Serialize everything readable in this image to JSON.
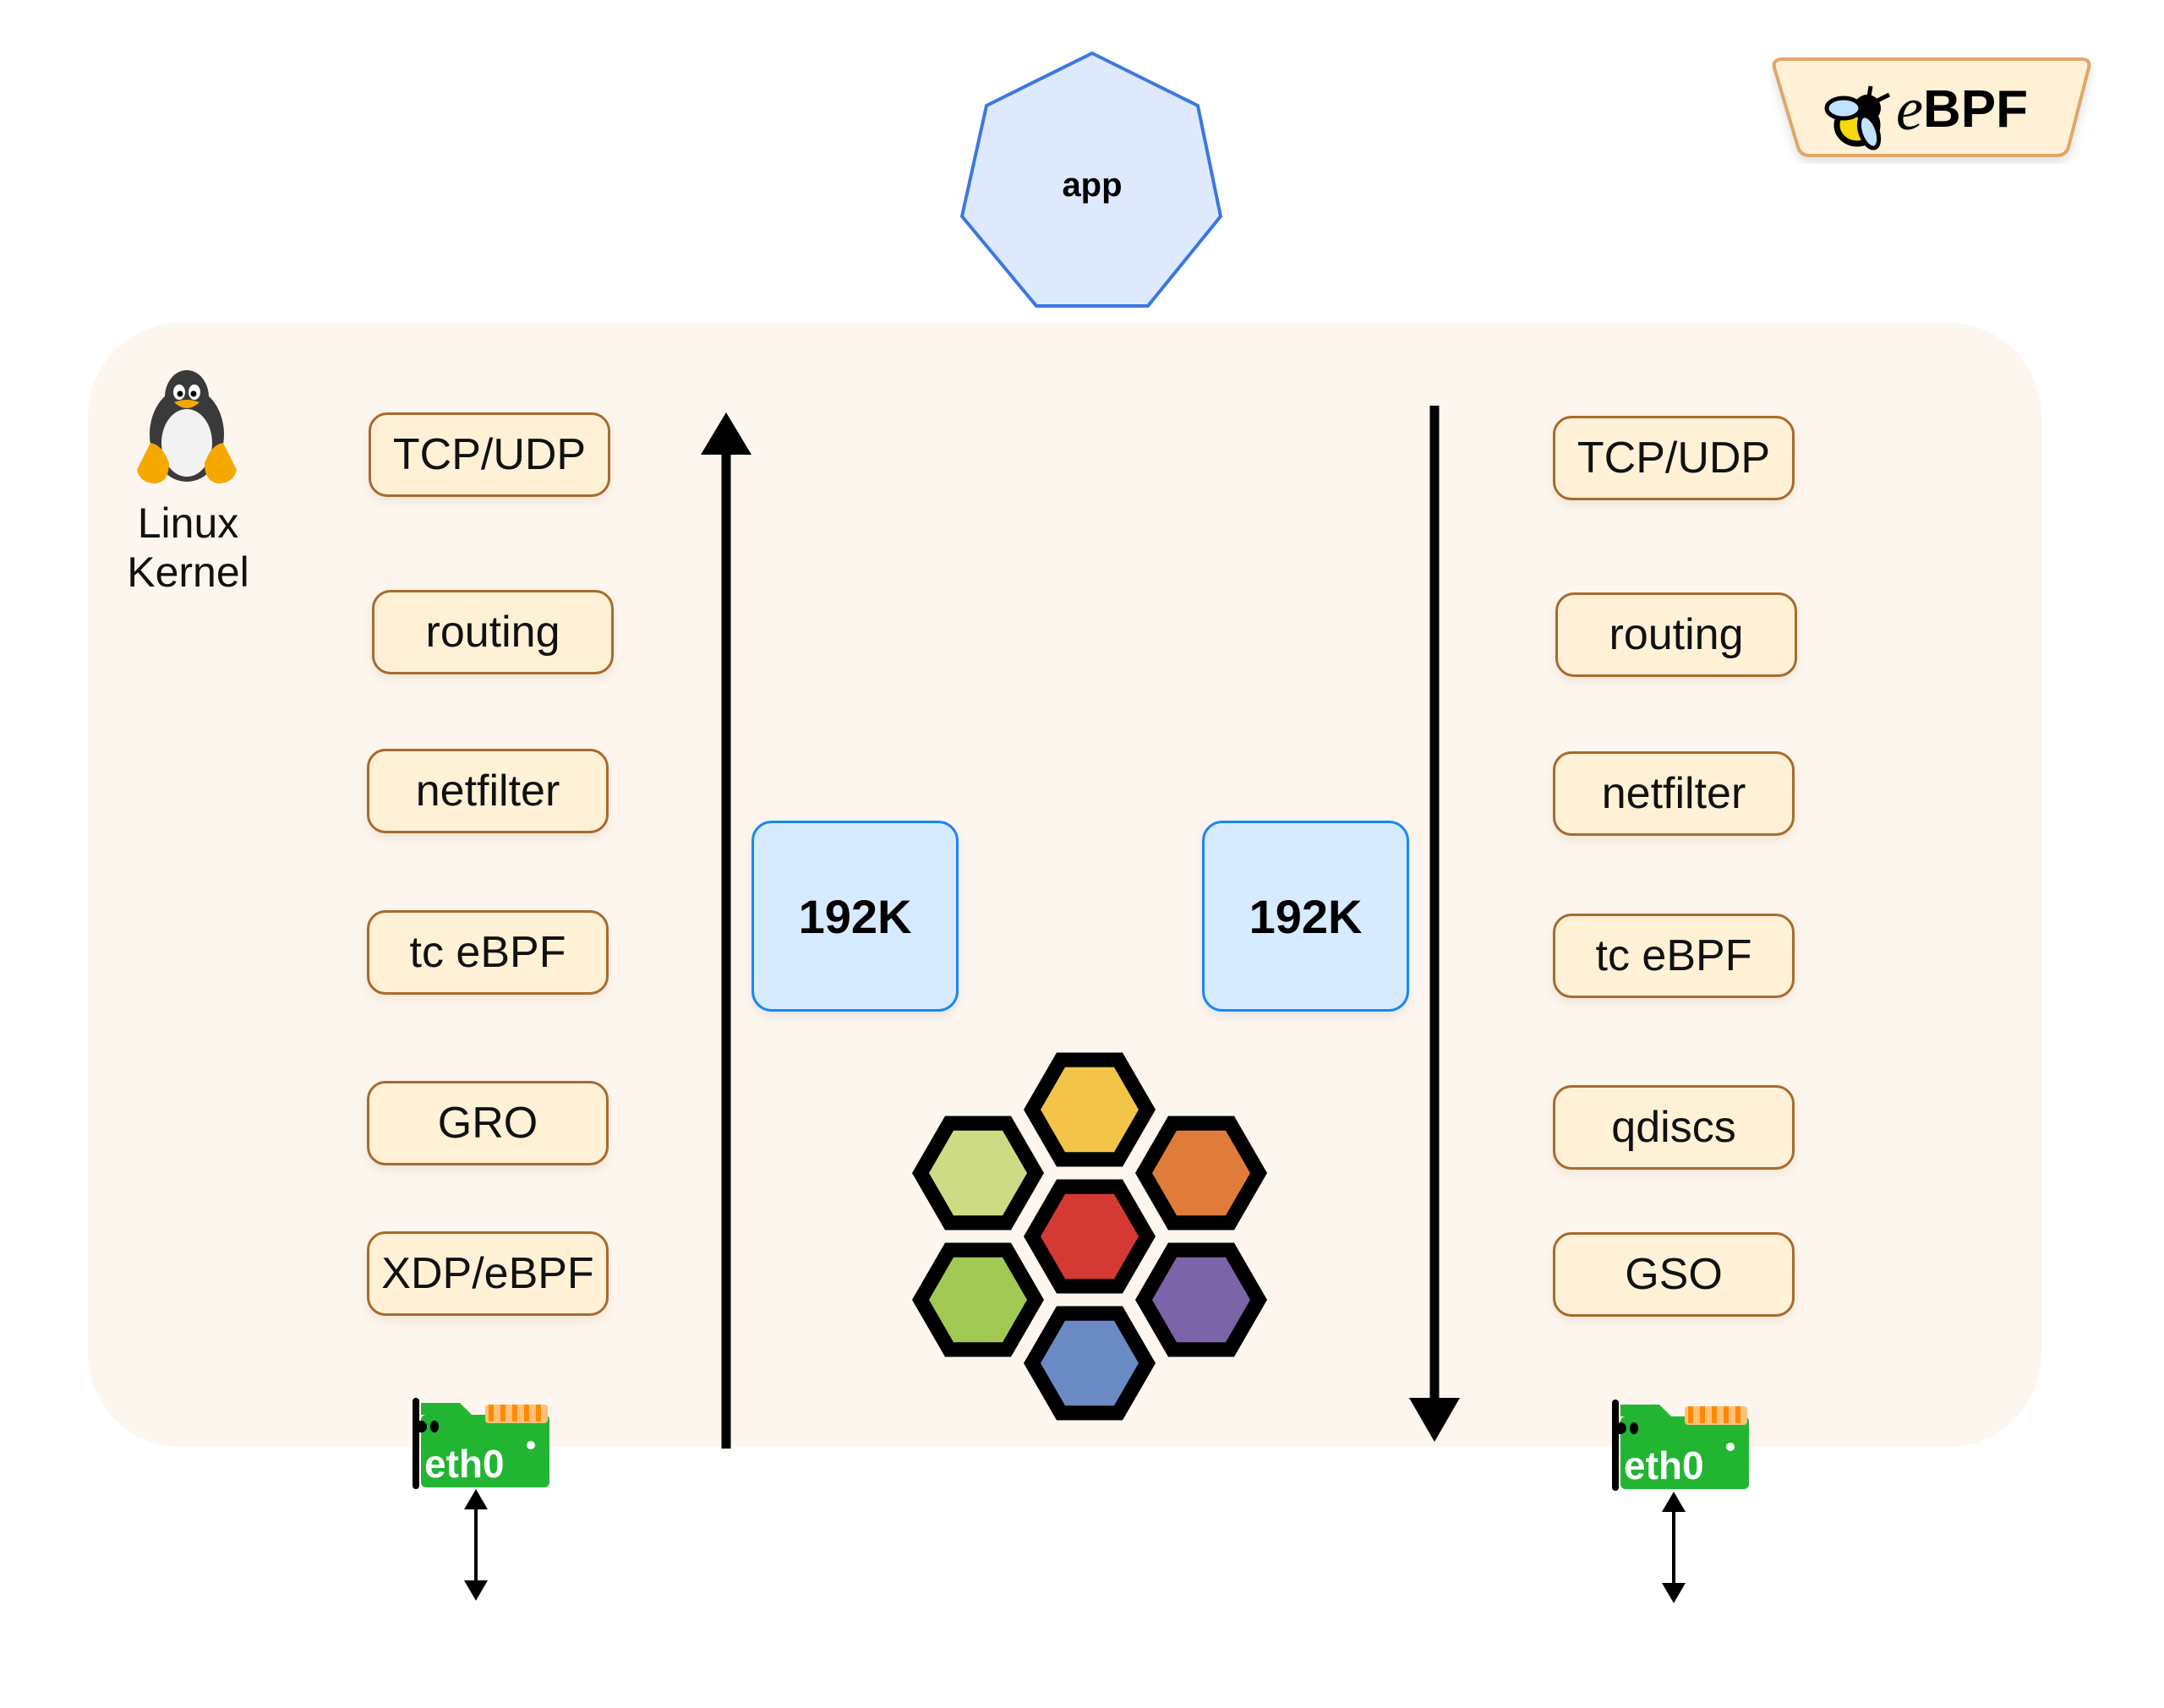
{
  "app": {
    "label": "app"
  },
  "badge": {
    "logo": "bee-icon",
    "prefix": "e",
    "text": "BPF"
  },
  "kernel": {
    "title_line1": "Linux",
    "title_line2": "Kernel",
    "icon": "tux-penguin-icon"
  },
  "rx_stack": {
    "direction": "up",
    "layers": [
      "TCP/UDP",
      "routing",
      "netfilter",
      "tc eBPF",
      "GRO",
      "XDP/eBPF"
    ]
  },
  "tx_stack": {
    "direction": "down",
    "layers": [
      "TCP/UDP",
      "routing",
      "netfilter",
      "tc eBPF",
      "qdiscs",
      "GSO"
    ]
  },
  "buffers": {
    "rx": "192K",
    "tx": "192K"
  },
  "interfaces": {
    "left": "eth0",
    "right": "eth0"
  },
  "hex_logo": {
    "icon": "hexagon-cluster-icon",
    "colors": {
      "top": "#f2c447",
      "top_left": "#cddc84",
      "top_right": "#e17b3a",
      "center": "#d43a33",
      "bottom_left": "#a2c954",
      "bottom_right": "#7c64a8",
      "bottom": "#6a8ac3"
    }
  },
  "colors": {
    "kernel_bg": "#fdf6ee",
    "layer_fill": "#fff1d6",
    "layer_border": "#a86a2c",
    "buffer_fill": "#d6ebff",
    "buffer_border": "#1c86f2",
    "app_fill": "#dfe9fd",
    "app_border": "#3a78e0",
    "nic_green": "#22b532",
    "nic_orange": "#ff8a00"
  }
}
